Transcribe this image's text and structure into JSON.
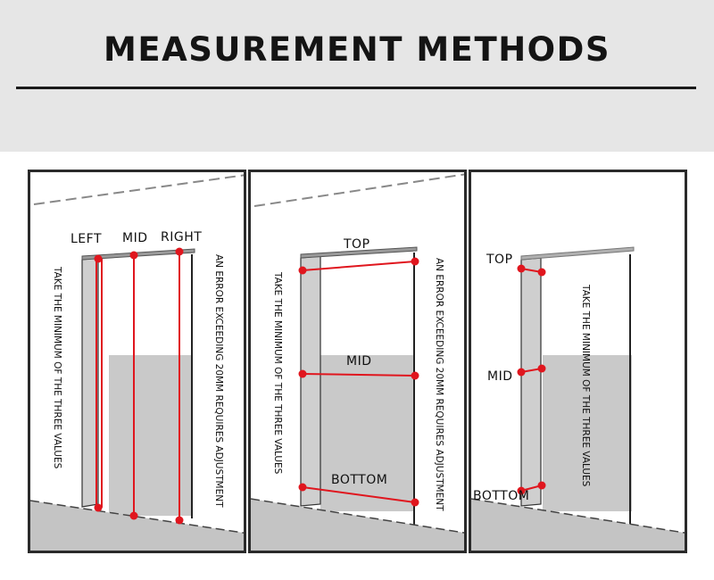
{
  "header": {
    "title": "MEASUREMENT METHODS"
  },
  "panels": [
    {
      "id": "width",
      "labels": {
        "left": "LEFT",
        "mid": "MID",
        "right": "RIGHT"
      },
      "notes": {
        "minimum": "TAKE THE MINIMUM OF THE THREE VALUES",
        "error": "AN ERROR EXCEEDING 20MM REQUIRES ADJUSTMENT"
      }
    },
    {
      "id": "height",
      "labels": {
        "top": "TOP",
        "mid": "MID",
        "bottom": "BOTTOM"
      },
      "notes": {
        "minimum": "TAKE THE MINIMUM OF THE THREE VALUES",
        "error": "AN ERROR EXCEEDING 20MM REQUIRES ADJUSTMENT"
      }
    },
    {
      "id": "depth",
      "labels": {
        "top": "TOP",
        "mid": "MID",
        "bottom": "BOTTOM"
      },
      "notes": {
        "minimum": "TAKE THE MINIMUM OF THE THREE VALUES"
      }
    }
  ],
  "colors": {
    "measure": "#e0161e",
    "wall": "#c9c9c9",
    "floor": "#c4c4c4",
    "frame": "#2a2a2a"
  }
}
